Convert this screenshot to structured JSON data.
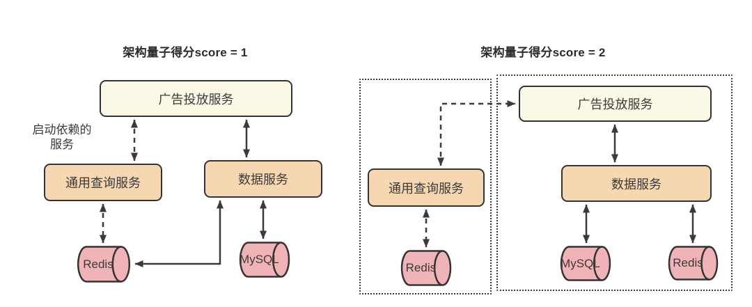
{
  "colors": {
    "primary_service_fill": "#FBF9E6",
    "secondary_service_fill": "#F6D7B1",
    "datastore_fill": "#F0B3B7",
    "line_stroke": "#3A3A3A",
    "border": "#333333"
  },
  "diagrams": [
    {
      "title": "架构量子得分score = 1",
      "side_label": {
        "line1": "启动依赖的",
        "line2": "服务"
      },
      "nodes": {
        "ad_service": "广告投放服务",
        "query_service": "通用查询服务",
        "data_service": "数据服务",
        "redis": "Redis",
        "mysql": "MySQL"
      }
    },
    {
      "title": "架构量子得分score = 2",
      "nodes": {
        "query_service": "通用查询服务",
        "redis_query": "Redis",
        "ad_service": "广告投放服务",
        "data_service": "数据服务",
        "mysql": "MySQL",
        "redis_data": "Redis"
      }
    }
  ]
}
